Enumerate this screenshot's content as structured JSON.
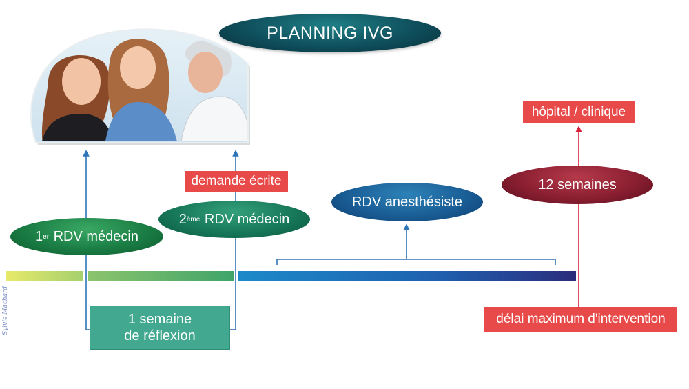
{
  "title": "PLANNING IVG",
  "steps": {
    "rdv1": {
      "sup": "er",
      "prefix": "1",
      "label": " RDV médecin"
    },
    "rdv2": {
      "sup": "ème",
      "prefix": "2",
      "label": " RDV médecin"
    },
    "demande": "demande écrite",
    "anesthesiste": "RDV anesthésiste",
    "weeks": "12 semaines",
    "hopital": "hôpital / clinique",
    "delai": "délai maximum d'intervention",
    "reflexion": {
      "line1": "1 semaine",
      "line2": "de réflexion"
    }
  },
  "signature": "Sylvie Machard",
  "colors": {
    "timeline_start": "#e6e96a",
    "timeline_green": "#5fb46c",
    "timeline_blue": "#1b7fc4",
    "timeline_end": "#2a2f80",
    "arrow_blue": "#2e74b8",
    "arrow_red": "#d9213a",
    "red_box": "#e84a4a",
    "teal_box": "#42a890"
  },
  "icons": [
    "consultation-illustration",
    "up-arrow",
    "bracket"
  ]
}
